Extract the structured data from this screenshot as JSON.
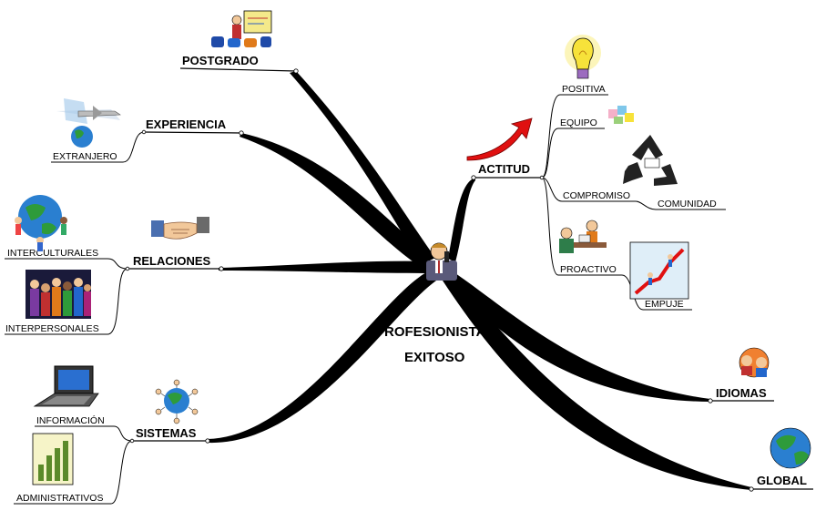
{
  "center": {
    "line1": "PROFESIONISTA",
    "line2": "EXITOSO"
  },
  "branches": {
    "postgrado": "POSTGRADO",
    "experiencia": "EXPERIENCIA",
    "relaciones": "RELACIONES",
    "sistemas": "SISTEMAS",
    "actitud": "ACTITUD",
    "idiomas": "IDIOMAS",
    "global": "GLOBAL"
  },
  "subbranches": {
    "extranjero": "EXTRANJERO",
    "interculturales": "INTERCULTURALES",
    "interpersonales": "INTERPERSONALES",
    "informacion": "INFORMACIÓN",
    "administrativos": "ADMINISTRATIVOS",
    "positiva": "POSITIVA",
    "equipo": "EQUIPO",
    "compromiso": "COMPROMISO",
    "comunidad": "COMUNIDAD",
    "proactivo": "PROACTIVO",
    "empuje": "EMPUJE"
  },
  "colors": {
    "branch": "#000000",
    "arrow": "#e01010",
    "globe_blue": "#2a7fd0",
    "globe_green": "#2e9b3a",
    "bulb_yellow": "#f7e23a"
  }
}
